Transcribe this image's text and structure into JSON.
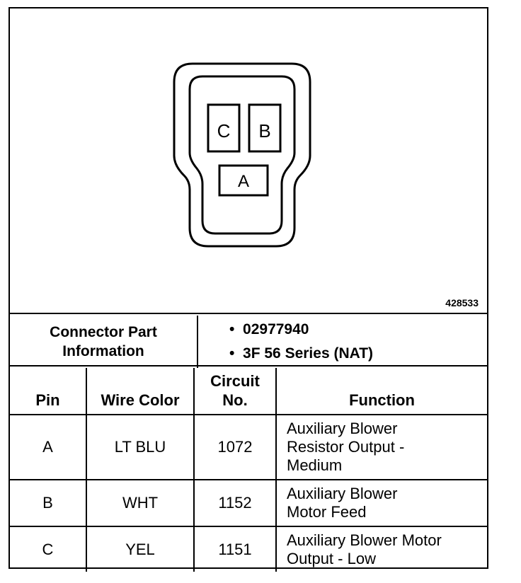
{
  "figure_id": "428533",
  "connector": {
    "pins": [
      "C",
      "B",
      "A"
    ]
  },
  "connector_part_info": {
    "label_line1": "Connector Part",
    "label_line2": "Information",
    "part_number": "02977940",
    "series": "3F 56 Series (NAT)"
  },
  "table": {
    "headers": {
      "pin": "Pin",
      "wire_color": "Wire Color",
      "circuit_line1": "Circuit",
      "circuit_line2": "No.",
      "function": "Function"
    },
    "rows": [
      {
        "pin": "A",
        "wire_color": "LT BLU",
        "circuit": "1072",
        "function_lines": [
          "Auxiliary Blower",
          "Resistor Output -",
          "Medium"
        ]
      },
      {
        "pin": "B",
        "wire_color": "WHT",
        "circuit": "1152",
        "function_lines": [
          "Auxiliary Blower",
          "Motor Feed"
        ]
      },
      {
        "pin": "C",
        "wire_color": "YEL",
        "circuit": "1151",
        "function_lines": [
          "Auxiliary Blower Motor",
          "Output - Low"
        ]
      }
    ]
  }
}
